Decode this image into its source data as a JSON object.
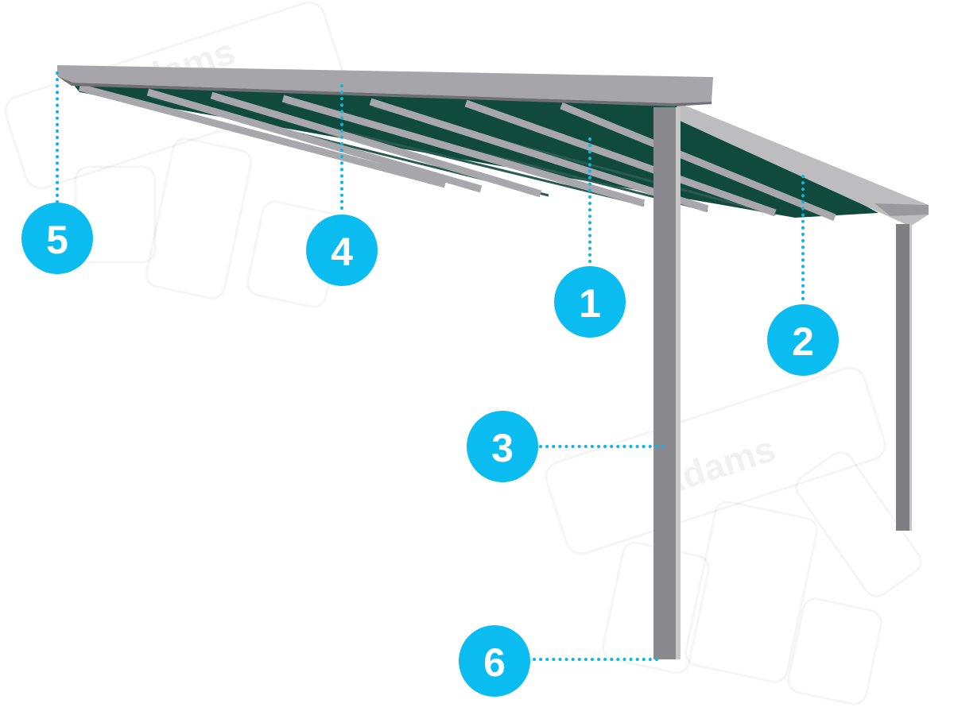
{
  "diagram": {
    "watermark": "Adams",
    "colors": {
      "callout": "#0bbcf0",
      "frame": "#8c8c90",
      "frame_light": "#b4b4b8",
      "canopy": "#0f4a3c"
    },
    "callouts": [
      {
        "id": "5",
        "label": "5"
      },
      {
        "id": "4",
        "label": "4"
      },
      {
        "id": "1",
        "label": "1"
      },
      {
        "id": "2",
        "label": "2"
      },
      {
        "id": "3",
        "label": "3"
      },
      {
        "id": "6",
        "label": "6"
      }
    ]
  }
}
